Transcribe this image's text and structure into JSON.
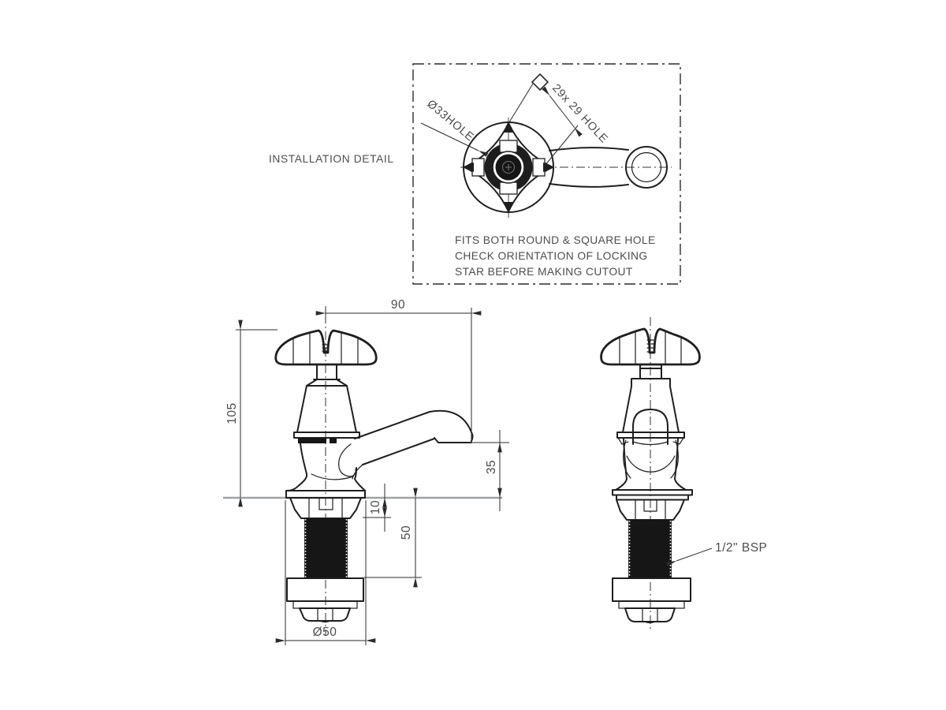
{
  "page": {
    "background": "#ffffff",
    "line_color": "#1f1f1f",
    "dimension_color": "#2b2b2b",
    "text_color": "#4d4d4f",
    "deck_line_color": "#9fa1a4"
  },
  "installation_detail": {
    "title": "INSTALLATION DETAIL",
    "round_hole_label": "Ø33HOLE",
    "square_hole_label": "29x 29 HOLE",
    "note_lines": [
      "FITS BOTH ROUND & SQUARE HOLE",
      "CHECK ORIENTATION OF LOCKING",
      "STAR BEFORE MAKING CUTOUT"
    ]
  },
  "side_view": {
    "dimensions": {
      "spout_reach": "90",
      "overall_height": "105",
      "spout_clearance": "35",
      "deck_thickness": "10",
      "shank_length": "50",
      "base_diameter": "Ø50"
    }
  },
  "front_view": {
    "thread_label": "1/2\" BSP"
  }
}
